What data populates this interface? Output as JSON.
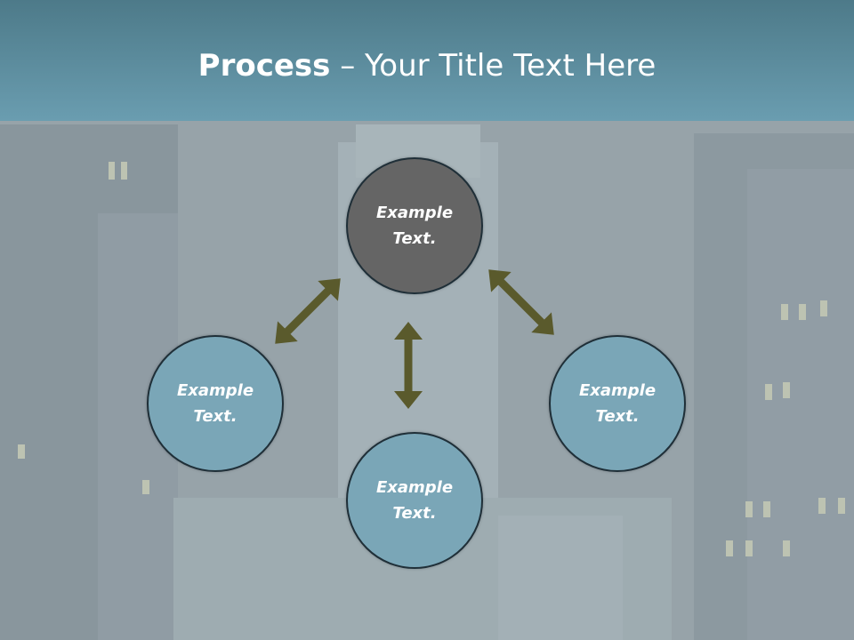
{
  "title": {
    "bold": "Process",
    "separator": " – ",
    "rest": "Your Title Text Here"
  },
  "nodes": {
    "top": "Example Text.",
    "left": "Example Text.",
    "right": "Example Text.",
    "bottom": "Example Text."
  },
  "colors": {
    "header": "#6a9db0",
    "node_top": "#656565",
    "node_other": "#7aa6b7",
    "arrow": "#5a5a2c"
  }
}
